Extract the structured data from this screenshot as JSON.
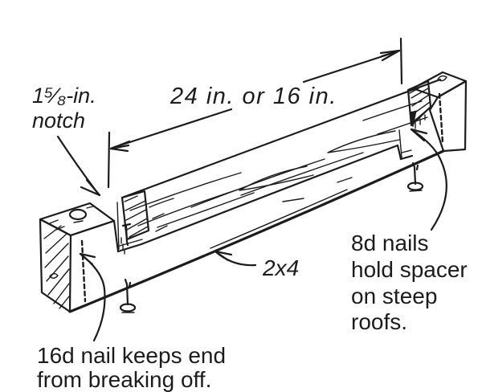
{
  "figure": {
    "background_color": "#ffffff",
    "ink_color": "#1c1c1c",
    "labels": {
      "notch_line1": "1⁵⁄₈-in.",
      "notch_line2": "notch",
      "dimension": "24 in. or 16 in.",
      "board": "2x4",
      "nails_8d_line1": "8d nails",
      "nails_8d_line2": "hold spacer",
      "nails_8d_line3": "on steep",
      "nails_8d_line4": "roofs.",
      "nail_16d_line1": "16d nail keeps end",
      "nail_16d_line2": "from breaking off."
    }
  }
}
